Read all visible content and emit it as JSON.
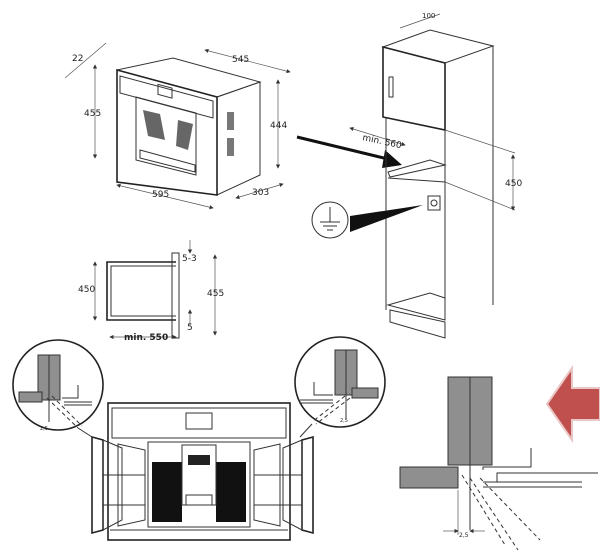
{
  "appliance_iso": {
    "depth_front": "22",
    "depth": "545",
    "height_front": "455",
    "height_body": "444",
    "width_front": "595",
    "side_depth": "303"
  },
  "cabinet": {
    "top_gap": "100",
    "min_width": "min. 560",
    "niche_height": "450"
  },
  "side_section": {
    "niche_height": "450",
    "gap_top": "5-3",
    "front_height": "455",
    "gap_bottom": "5",
    "min_depth": "min. 550"
  },
  "hinge_details": {
    "left_gap": "2,5",
    "right_gap": "2,5",
    "large_gap": "2,5"
  },
  "colors": {
    "arrow": "#c0504d",
    "panel": "#8f8f8f"
  }
}
